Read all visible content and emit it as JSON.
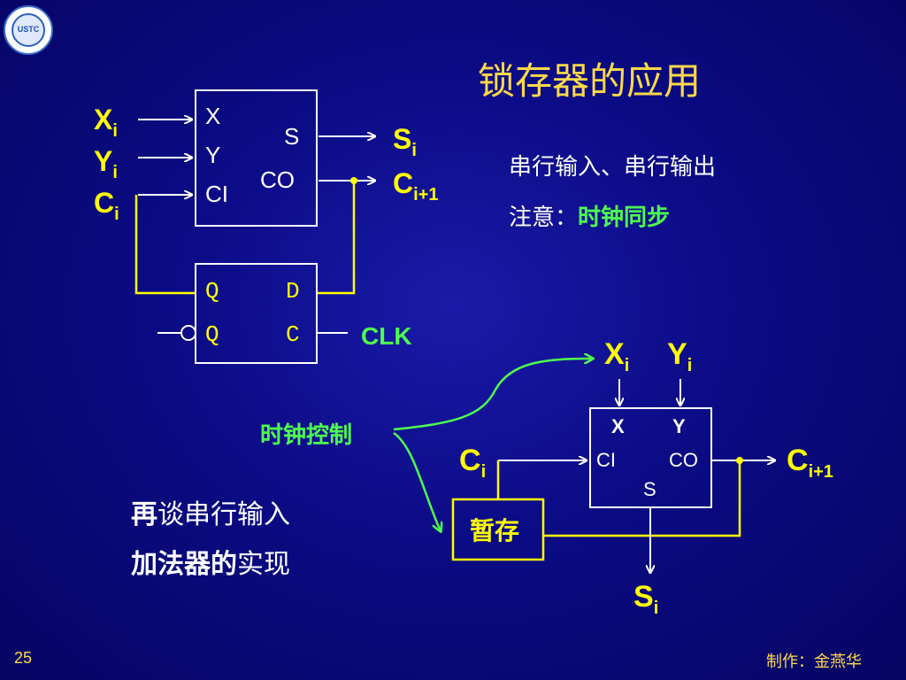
{
  "title": "锁存器的应用",
  "note1": "串行输入、串行输出",
  "note2_prefix": "注意：",
  "note2_highlight": "时钟同步",
  "bottom_line1_bold": "再",
  "bottom_line1_rest": "谈串行输入",
  "bottom_line2_bold": "加法器的",
  "bottom_line2_rest": "实现",
  "page_number": "25",
  "author": "制作：金燕华",
  "logo_text": "USTC",
  "colors": {
    "background": "#0b0b85",
    "yellow": "#ffff00",
    "title": "#ffd84a",
    "green": "#4dff4d",
    "wire": "#ffffff"
  },
  "diagram1": {
    "inputs": [
      {
        "base": "X",
        "sub": "i"
      },
      {
        "base": "Y",
        "sub": "i"
      },
      {
        "base": "C",
        "sub": "i"
      }
    ],
    "adder_pins": {
      "x": "X",
      "y": "Y",
      "ci": "CI",
      "s": "S",
      "co": "CO"
    },
    "outputs": [
      {
        "base": "S",
        "sub": "i"
      },
      {
        "base": "C",
        "sub": "i+1"
      }
    ],
    "latch_pins": {
      "q": "Q",
      "qn": "Q",
      "d": "D",
      "c": "C"
    },
    "clk_label": "CLK"
  },
  "diagram2": {
    "inputs": [
      {
        "base": "X",
        "sub": "i"
      },
      {
        "base": "Y",
        "sub": "i"
      }
    ],
    "carry_in": {
      "base": "C",
      "sub": "i"
    },
    "carry_out": {
      "base": "C",
      "sub": "i+1"
    },
    "sum_out": {
      "base": "S",
      "sub": "i"
    },
    "adder_pins": {
      "x": "X",
      "y": "Y",
      "ci": "CI",
      "co": "CO",
      "s": "S"
    },
    "register_label": "暂存",
    "clock_control_label": "时钟控制"
  }
}
